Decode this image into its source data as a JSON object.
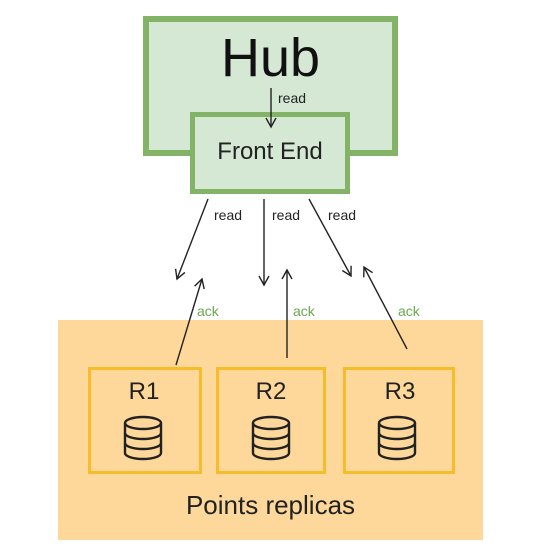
{
  "hub": {
    "title": "Hub",
    "read_label": "read"
  },
  "front_end": {
    "title": "Front End"
  },
  "edges": {
    "read_label": "read",
    "ack_label": "ack"
  },
  "replicas": {
    "title": "Points replicas",
    "items": [
      {
        "label": "R1"
      },
      {
        "label": "R2"
      },
      {
        "label": "R3"
      }
    ]
  },
  "colors": {
    "green_fill": "#d5e8d4",
    "green_border": "#82b366",
    "orange_fill": "#fdd89a",
    "orange_border": "#f5bd2a",
    "ack_text": "#6aa84f"
  }
}
